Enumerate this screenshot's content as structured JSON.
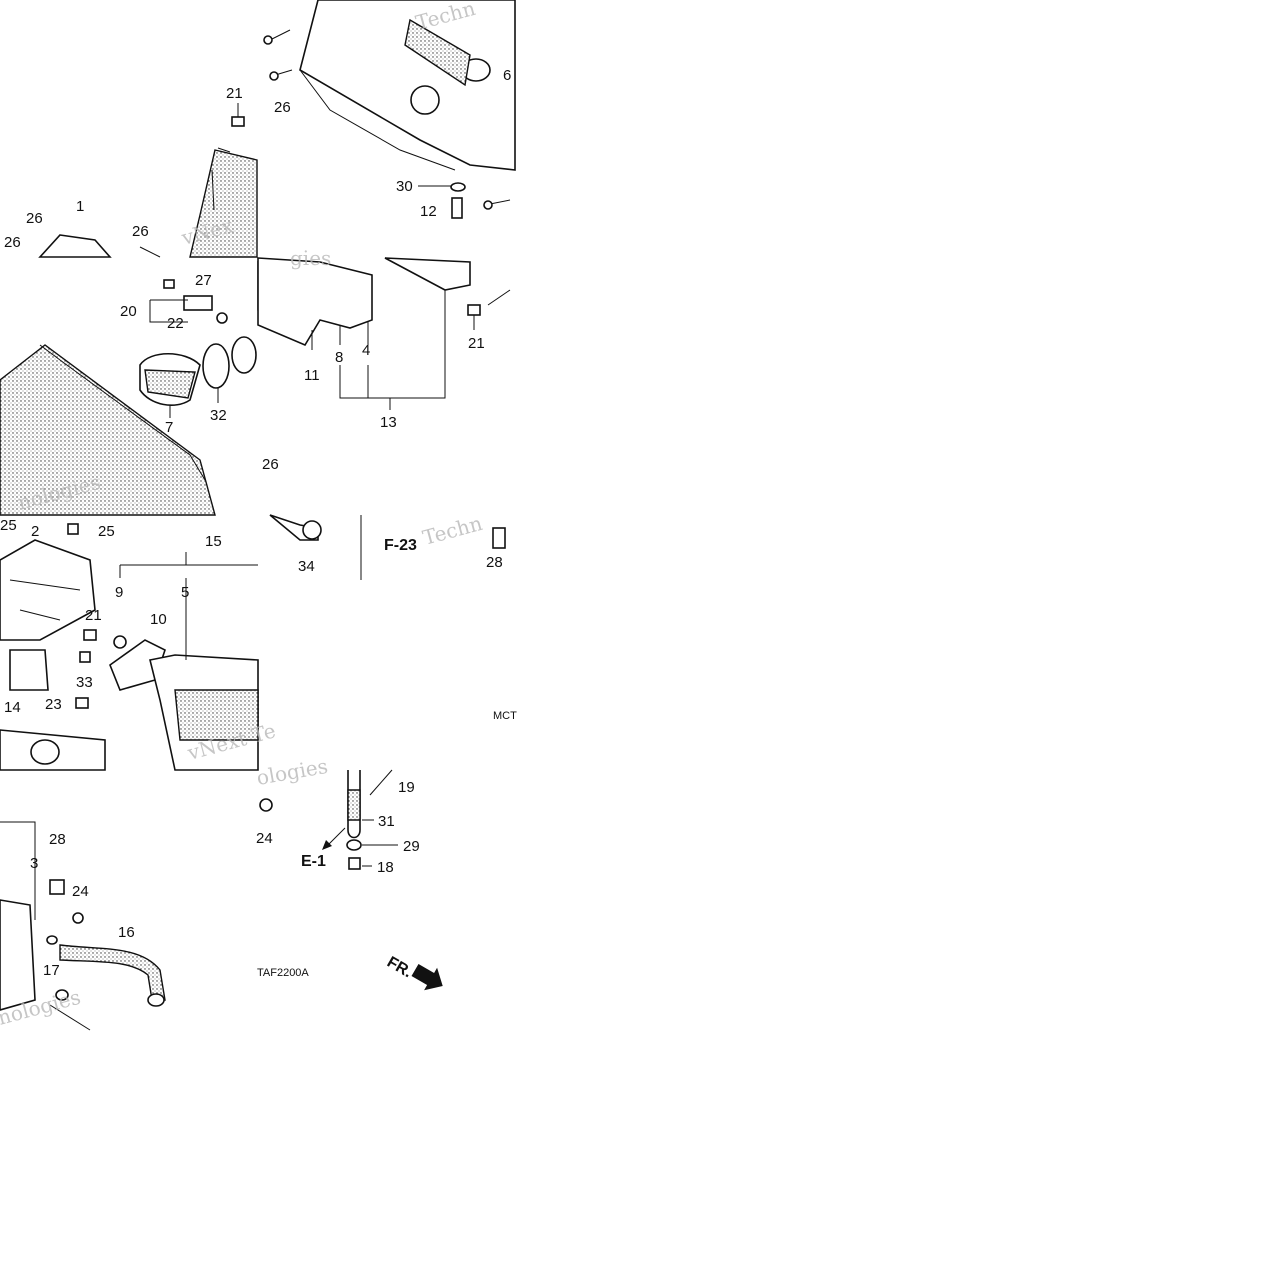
{
  "callouts": [
    "21",
    "26",
    "26",
    "26",
    "1",
    "26",
    "30",
    "12",
    "6",
    "27",
    "20",
    "22",
    "7",
    "32",
    "11",
    "8",
    "4",
    "13",
    "21",
    "26",
    "25",
    "2",
    "25",
    "15",
    "9",
    "5",
    "10",
    "21",
    "33",
    "14",
    "23",
    "34",
    "28",
    "19",
    "31",
    "24",
    "29",
    "18",
    "28",
    "3",
    "24",
    "16",
    "17"
  ],
  "refs": {
    "f23": "F-23",
    "e1": "E-1"
  },
  "codes": {
    "mc": "MCT",
    "taf": "TAF2200A"
  },
  "front": {
    "label": "FR."
  },
  "watermarks": [
    "Techn",
    "vNex",
    "gies",
    "Techn",
    "nologies",
    "vNext Te",
    "ologies",
    "nologies"
  ]
}
